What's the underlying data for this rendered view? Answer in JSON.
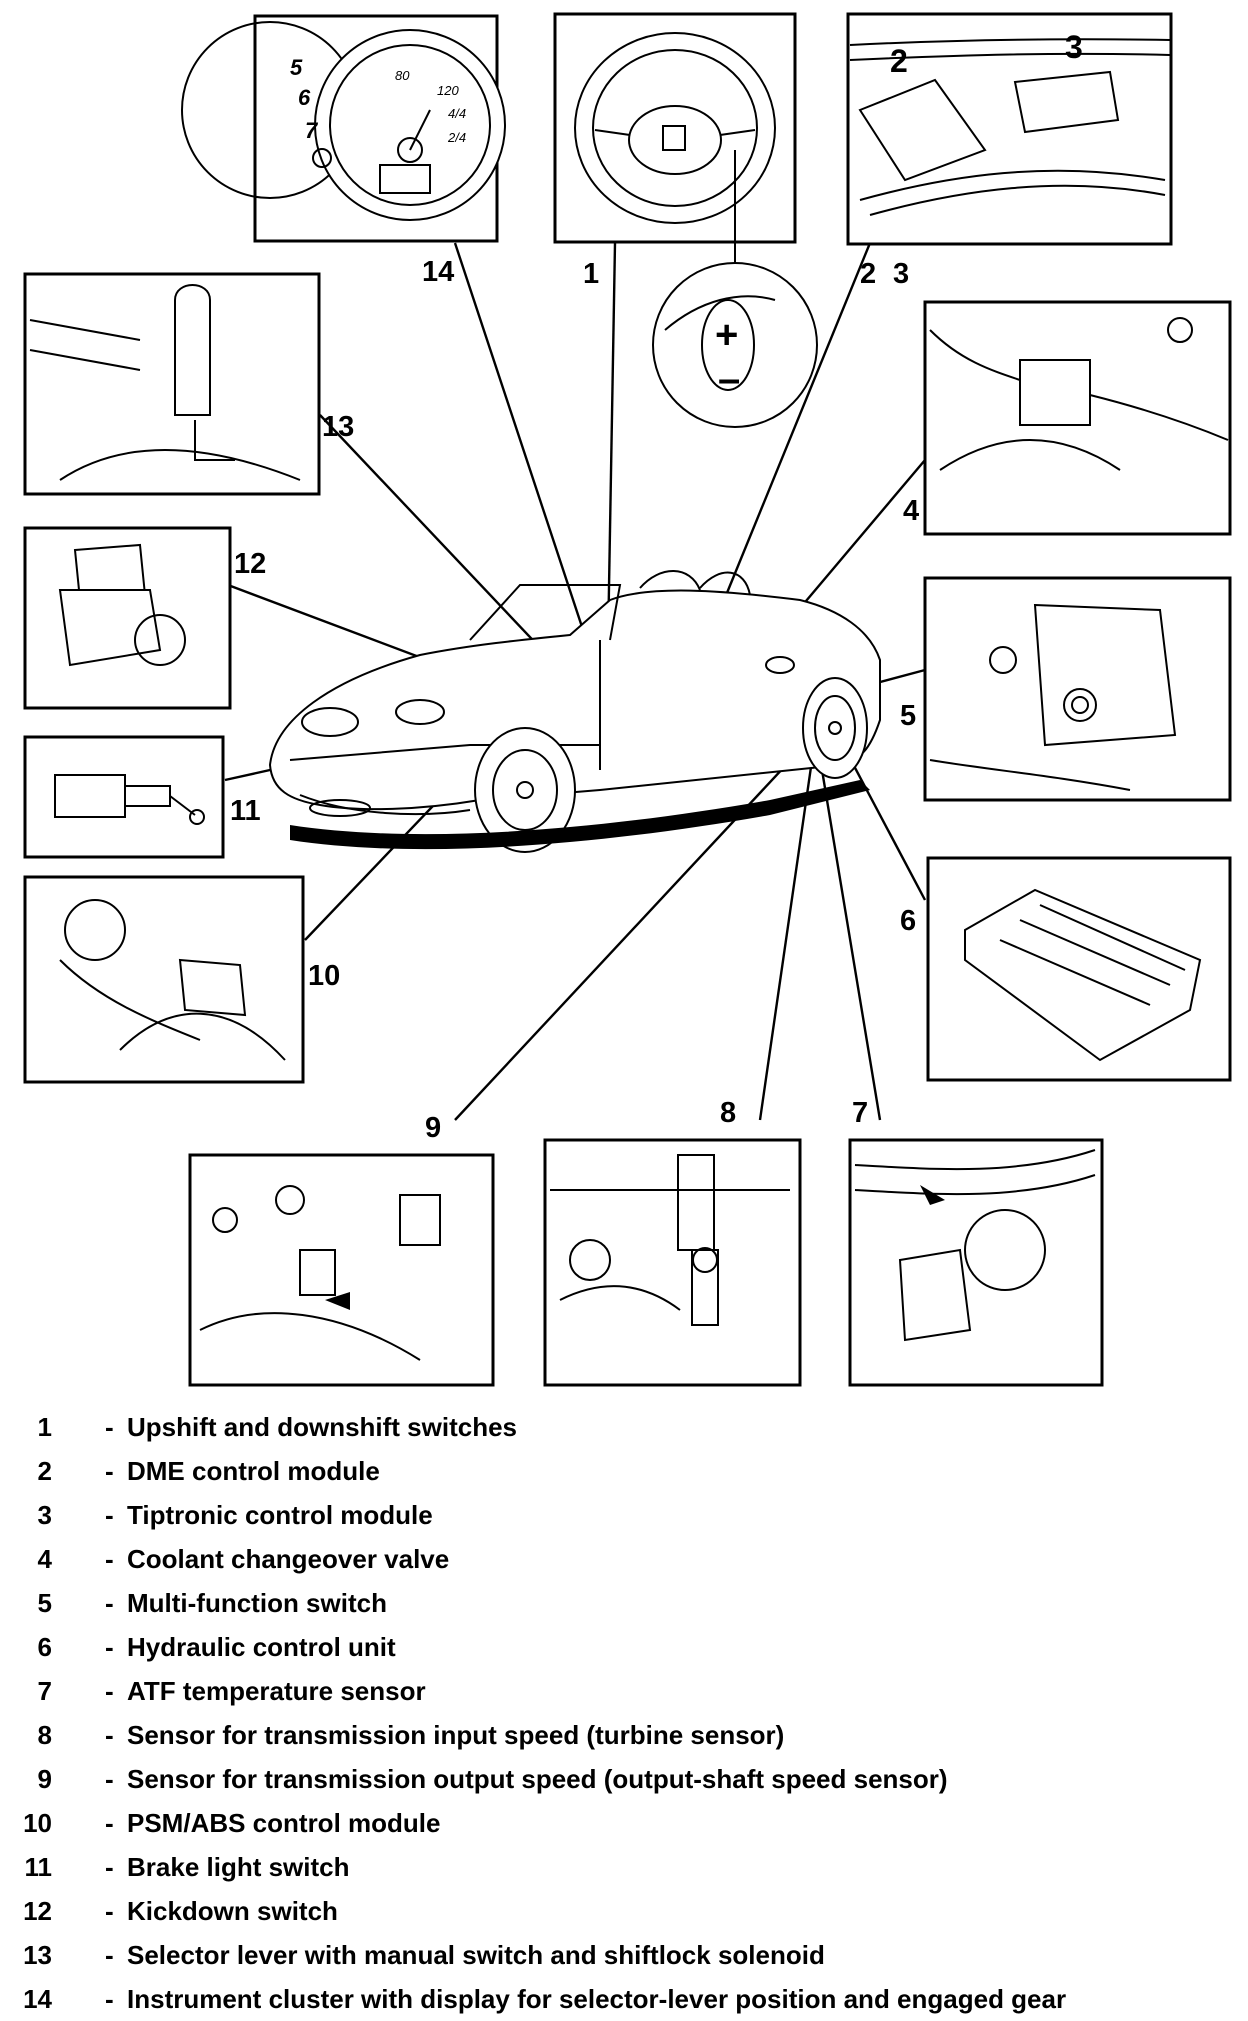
{
  "callouts": [
    "1",
    "2",
    "3",
    "4",
    "5",
    "6",
    "7",
    "8",
    "9",
    "10",
    "11",
    "12",
    "13",
    "14"
  ],
  "inset_labels": {
    "gauge_numbers": [
      "5",
      "6",
      "7",
      "80",
      "120",
      "4/4",
      "2/4"
    ],
    "module_2": "2",
    "module_3": "3",
    "paddle_plus": "+",
    "paddle_minus": "–"
  },
  "legend": [
    {
      "num": "1",
      "label": "Upshift and downshift switches"
    },
    {
      "num": "2",
      "label": "DME control module"
    },
    {
      "num": "3",
      "label": "Tiptronic control module"
    },
    {
      "num": "4",
      "label": "Coolant changeover valve"
    },
    {
      "num": "5",
      "label": "Multi-function switch"
    },
    {
      "num": "6",
      "label": "Hydraulic control unit"
    },
    {
      "num": "7",
      "label": "ATF temperature sensor"
    },
    {
      "num": "8",
      "label": "Sensor for transmission input speed (turbine sensor)"
    },
    {
      "num": "9",
      "label": "Sensor for transmission output speed (output-shaft speed sensor)"
    },
    {
      "num": "10",
      "label": "PSM/ABS control module"
    },
    {
      "num": "11",
      "label": "Brake light switch"
    },
    {
      "num": "12",
      "label": "Kickdown switch"
    },
    {
      "num": "13",
      "label": "Selector lever with manual switch and shiftlock solenoid"
    },
    {
      "num": "14",
      "label": "Instrument cluster with display for selector-lever position and engaged gear"
    }
  ],
  "legend_separator": "-"
}
